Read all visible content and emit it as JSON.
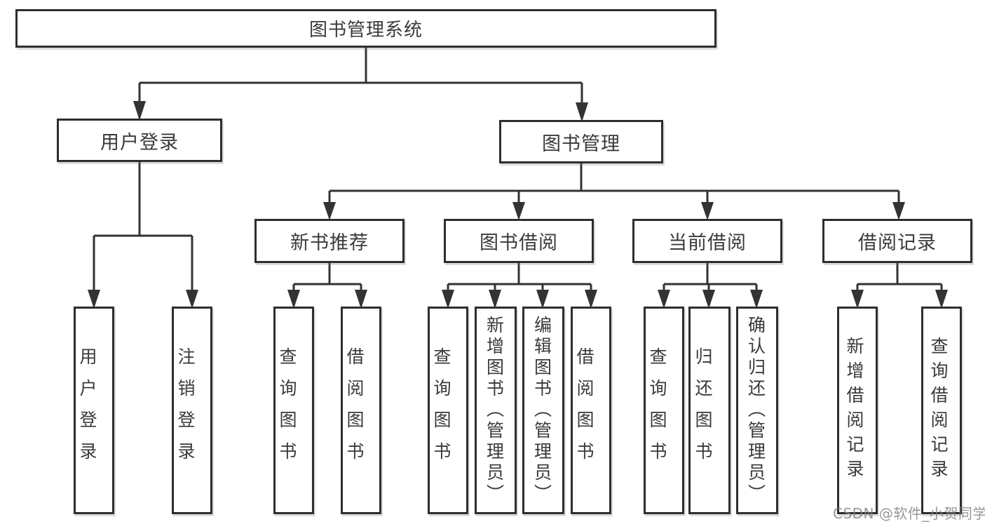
{
  "tree": {
    "label": "图书管理系统",
    "children": [
      {
        "label": "用户登录",
        "children": [
          {
            "label": "用户登录"
          },
          {
            "label": "注销登录"
          }
        ]
      },
      {
        "label": "图书管理",
        "children": [
          {
            "label": "新书推荐",
            "children": [
              {
                "label": "查询图书"
              },
              {
                "label": "借阅图书"
              }
            ]
          },
          {
            "label": "图书借阅",
            "children": [
              {
                "label": "查询图书"
              },
              {
                "label": "新增图书（管理员）"
              },
              {
                "label": "编辑图书（管理员）"
              },
              {
                "label": "借阅图书"
              }
            ]
          },
          {
            "label": "当前借阅",
            "children": [
              {
                "label": "查询图书"
              },
              {
                "label": "归还图书"
              },
              {
                "label": "确认归还（管理员）"
              }
            ]
          },
          {
            "label": "借阅记录",
            "children": [
              {
                "label": "新增借阅记录"
              },
              {
                "label": "查询借阅记录"
              }
            ]
          }
        ]
      }
    ]
  },
  "watermark": "CSDN @软件_小贺同学",
  "colors": {
    "line": "#333333",
    "text": "#3a3a3a",
    "box_bg": "#ffffff",
    "watermark": "#808080"
  }
}
